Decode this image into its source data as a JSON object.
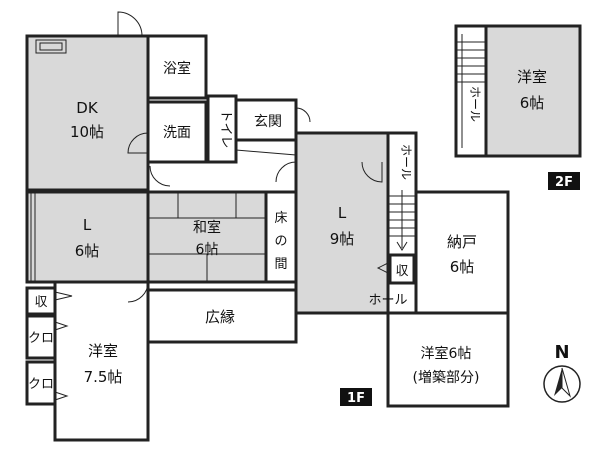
{
  "rooms": {
    "dk": {
      "name": "DK",
      "size": "10帖"
    },
    "bath": {
      "name": "浴室"
    },
    "washroom": {
      "name": "洗面"
    },
    "toilet": {
      "name": "トイレ"
    },
    "entrance": {
      "name": "玄関"
    },
    "living_left": {
      "name": "L",
      "size": "6帖"
    },
    "washitsu": {
      "name": "和室",
      "size": "6帖"
    },
    "tokonoma": {
      "name": "床の間"
    },
    "living_center": {
      "name": "L",
      "size": "9帖"
    },
    "hall_vertical": {
      "name": "ホール"
    },
    "storage_right": {
      "name": "収"
    },
    "nando": {
      "name": "納戸",
      "size": "6帖"
    },
    "hall_bottom": {
      "name": "ホール"
    },
    "storage_left": {
      "name": "収"
    },
    "closet_1": {
      "name": "クロ"
    },
    "closet_2": {
      "name": "クロ"
    },
    "youshitsu_1f": {
      "name": "洋室",
      "size": "7.5帖"
    },
    "engawa": {
      "name": "広縁"
    },
    "youshitsu_ext": {
      "name": "洋室6帖",
      "note": "(増築部分)"
    },
    "youshitsu_2f": {
      "name": "洋室",
      "size": "6帖"
    },
    "hall_2f": {
      "name": "ホール"
    }
  },
  "floors": {
    "first": "1F",
    "second": "2F"
  },
  "compass": {
    "label": "N"
  }
}
